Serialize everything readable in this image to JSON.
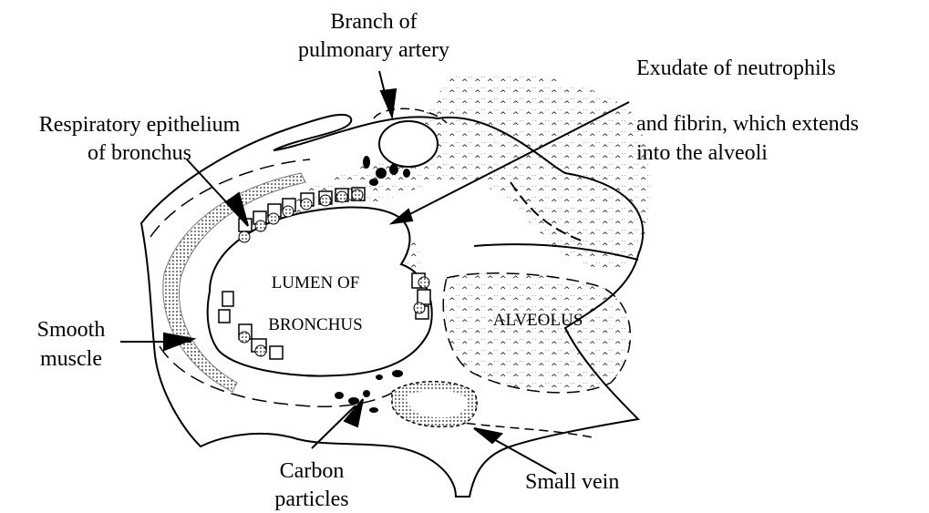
{
  "labels": {
    "branch_artery_1": "Branch of",
    "branch_artery_2": "pulmonary artery",
    "exudate_1": "Exudate of neutrophils",
    "exudate_2": "and fibrin, which extends",
    "exudate_3": "into the alveoli",
    "epithelium_1": "Respiratory epithelium",
    "epithelium_2": "of bronchus",
    "smooth_muscle_1": "Smooth",
    "smooth_muscle_2": "muscle",
    "carbon_1": "Carbon",
    "carbon_2": "particles",
    "small_vein": "Small vein",
    "lumen_1": "LUMEN OF",
    "lumen_2": "BRONCHUS",
    "alveolus": "ALVEOLUS"
  },
  "colors": {
    "line": "#000000",
    "background": "#ffffff",
    "muscle_fill": "#bdbdbd"
  }
}
